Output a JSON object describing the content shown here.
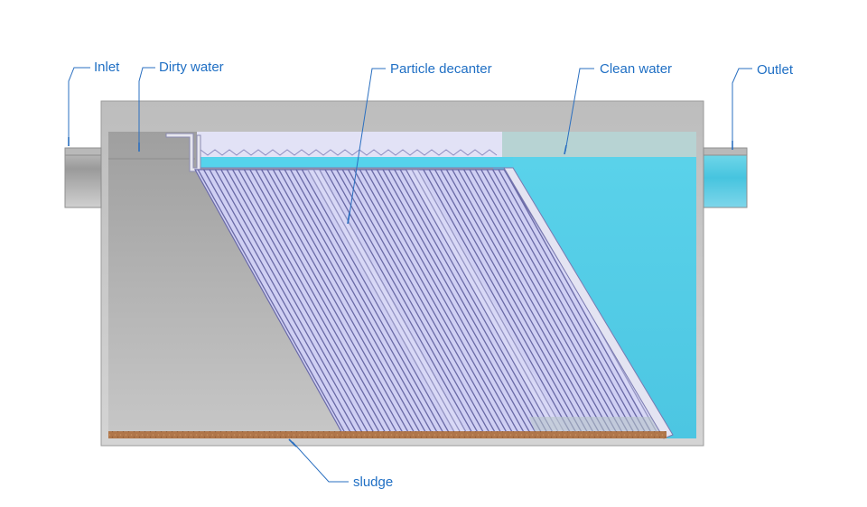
{
  "labels": {
    "inlet": "Inlet",
    "dirty_water": "Dirty water",
    "particle_decanter": "Particle decanter",
    "clean_water": "Clean water",
    "outlet": "Outlet",
    "sludge": "sludge"
  },
  "colors": {
    "label_text": "#1f6fc4",
    "leader_line": "#2a6fc0",
    "tank_wall": "#b4b4b4",
    "dirty_water": "#a7a7a7",
    "clean_water": "#55d0e8",
    "plates": "#c9c9f2",
    "plate_stripes": "#6a6aa6",
    "sludge": "#b0764a"
  }
}
